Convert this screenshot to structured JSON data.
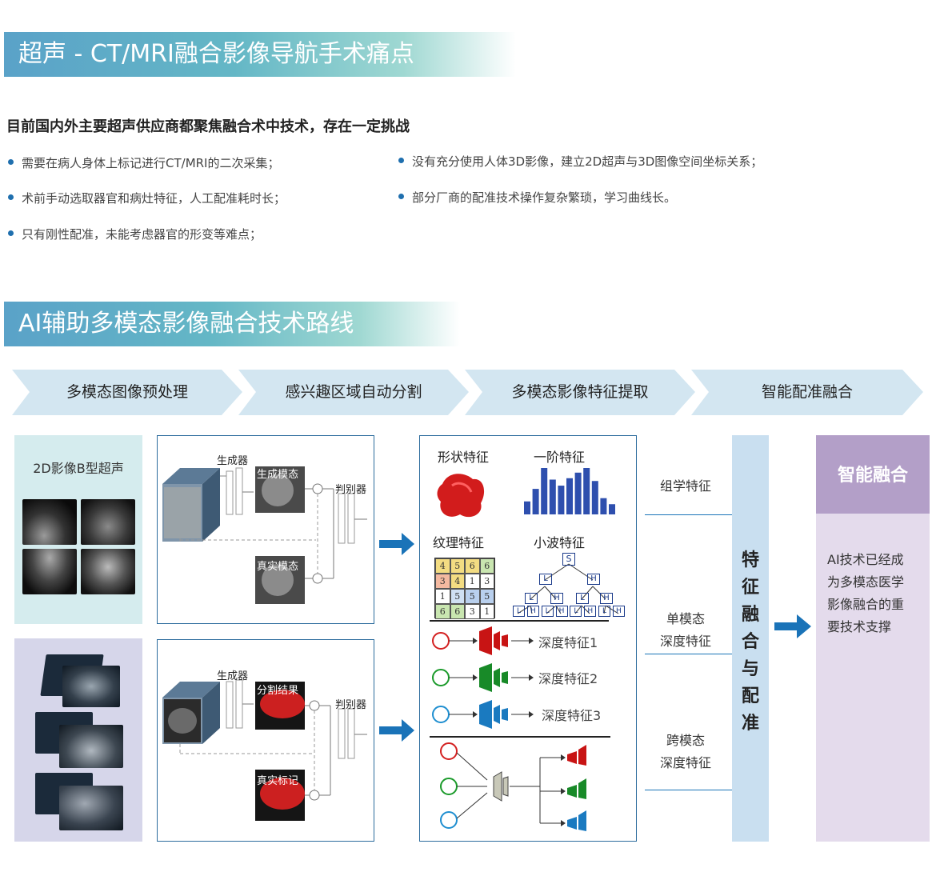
{
  "section1": {
    "title": "超声 - CT/MRI融合影像导航手术痛点",
    "intro": "目前国内外主要超声供应商都聚焦融合术中技术，存在一定挑战",
    "bullets_left": [
      "需要在病人身体上标记进行CT/MRI的二次采集；",
      "术前手动选取器官和病灶特征，人工配准耗时长；",
      "只有刚性配准，未能考虑器官的形变等难点；"
    ],
    "bullets_right": [
      "没有充分使用人体3D影像，建立2D超声与3D图像空间坐标关系；",
      "部分厂商的配准技术操作复杂繁琐，学习曲线长。"
    ]
  },
  "section2": {
    "title": "AI辅助多模态影像融合技术路线",
    "steps": [
      "多模态图像预处理",
      "感兴趣区域自动分割",
      "多模态影像特征提取",
      "智能配准融合"
    ],
    "left_panel": {
      "ultrasound_label": "2D影像B型超声"
    },
    "gan_top": {
      "generator": "生成器",
      "generated": "生成模态",
      "real": "真实模态",
      "discriminator": "判别器"
    },
    "gan_bottom": {
      "generator": "生成器",
      "generated": "分割结果",
      "real": "真实标记",
      "discriminator": "判别器"
    },
    "features": {
      "shape": "形状特征",
      "first_order": "一阶特征",
      "texture": "纹理特征",
      "wavelet": "小波特征",
      "deep1": "深度特征1",
      "deep2": "深度特征2",
      "deep3": "深度特征3",
      "texture_matrix": [
        [
          "4",
          "5",
          "6",
          "6"
        ],
        [
          "3",
          "4",
          "1",
          "3"
        ],
        [
          "1",
          "5",
          "5",
          "5"
        ],
        [
          "6",
          "6",
          "3",
          "1"
        ]
      ],
      "wavelet_root": "S",
      "wavelet_l1": [
        "L",
        "H"
      ],
      "wavelet_l2": [
        "L",
        "H",
        "L",
        "H"
      ],
      "wavelet_l3": [
        "L",
        "H",
        "L",
        "H",
        "L",
        "H",
        "L",
        "H"
      ],
      "histogram": [
        0.28,
        0.55,
        1.0,
        0.75,
        0.62,
        0.78,
        0.9,
        1.0,
        0.72,
        0.35,
        0.22
      ]
    },
    "middle_labels": {
      "radiomics": "组学特征",
      "single_a": "单模态",
      "single_b": "深度特征",
      "cross_a": "跨模态",
      "cross_b": "深度特征"
    },
    "fusion_bar": [
      "特",
      "征",
      "融",
      "合",
      "与",
      "配",
      "准"
    ],
    "result": {
      "header": "智能融合",
      "body": [
        "AI技术已经成",
        "为多模态医学",
        "影像融合的重",
        "要技术支撑"
      ]
    },
    "colors": {
      "accent": "#1a73b8",
      "chevron": "#d3e6f1",
      "teal_panel": "#d5ecee",
      "lavender_panel": "#d6d6ea",
      "purple_header": "#b39fc8",
      "purple_body": "#e4dbec",
      "fusion_bar": "#c9dff0"
    }
  }
}
